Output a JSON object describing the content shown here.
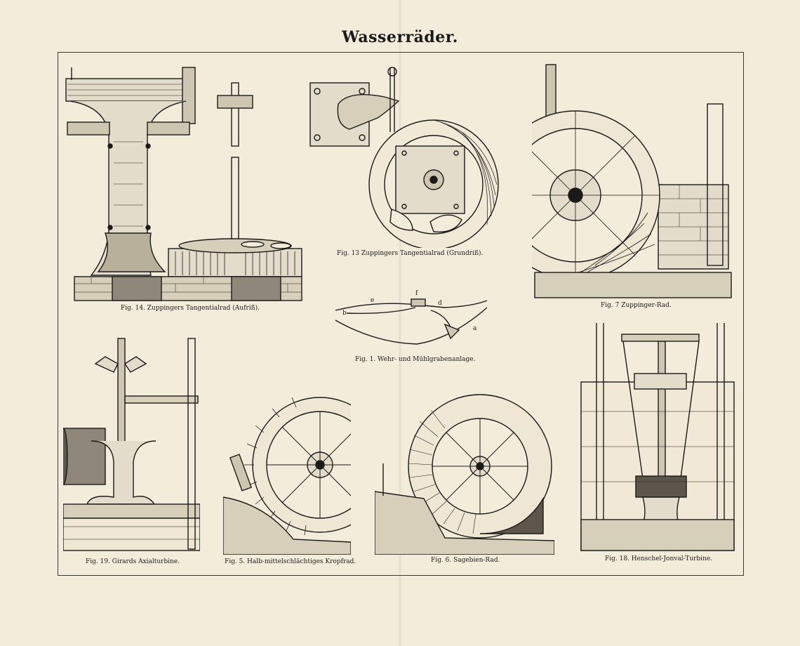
{
  "page": {
    "title": "Wasserräder.",
    "ink_color": "#1a1a1a",
    "paper_color": "#f4ecdb"
  },
  "figures": [
    {
      "id": "fig14",
      "caption": "Fig. 14. Zuppingers Tangentialrad (Aufriß)."
    },
    {
      "id": "fig13",
      "caption": "Fig. 13 Zuppingers Tangentialrad (Grundriß)."
    },
    {
      "id": "fig7",
      "caption": "Fig. 7 Zuppinger-Rad."
    },
    {
      "id": "fig1",
      "caption": "Fig. 1. Wehr- und Mühlgrabenanlage.",
      "labels": [
        "b",
        "e",
        "f",
        "d",
        "a"
      ]
    },
    {
      "id": "fig19",
      "caption": "Fig. 19. Girards Axialturbine."
    },
    {
      "id": "fig5",
      "caption": "Fig. 5. Halb-mittelschlächtiges Kropfrad."
    },
    {
      "id": "fig6",
      "caption": "Fig. 6. Sagebien-Rad."
    },
    {
      "id": "fig18",
      "caption": "Fig. 18. Henschel-Jonval-Turbine."
    }
  ]
}
